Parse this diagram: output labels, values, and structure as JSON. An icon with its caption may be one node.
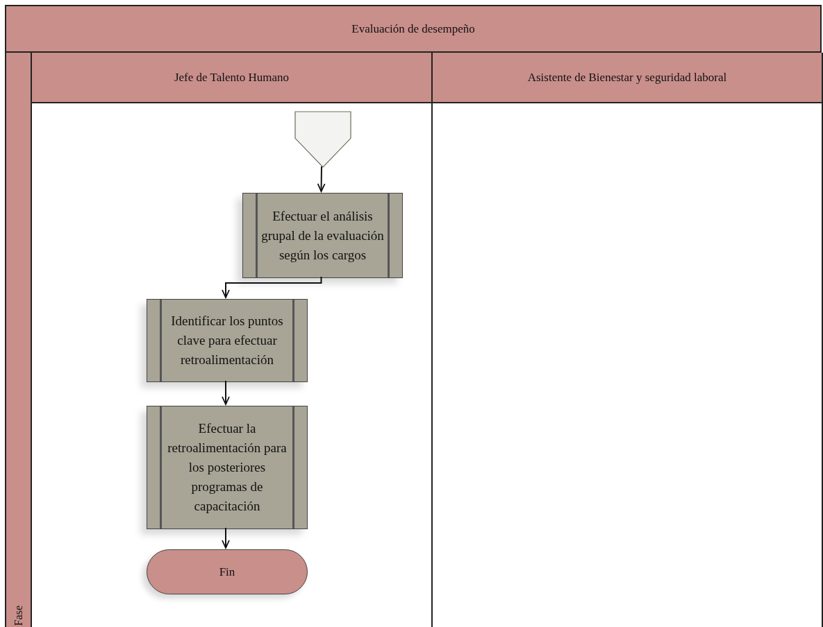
{
  "diagram": {
    "nodes": [
      {
        "text": [
          "Evaluación de desempeño"
        ]
      },
      {
        "text": [
          "Fase"
        ],
        "in": 0
      },
      {
        "text": [
          "Jefe de Talento Humano"
        ],
        "in": 0
      },
      {
        "text": [
          "Asistente de Bienestar y seguridad laboral"
        ],
        "in": 0
      },
      {
        "text": [],
        "shape": "pentagon",
        "in": 2
      },
      {
        "text": [
          "Efectuar el análisis grupal de la evaluación según los cargos"
        ],
        "in": 2
      },
      {
        "text": [
          "Identificar los puntos clave para efectuar retroalimentación"
        ],
        "in": 2
      },
      {
        "text": [
          "Efectuar la retroalimentación para los posteriores programas de capacitación"
        ],
        "in": 2
      },
      {
        "text": [
          "Fin"
        ],
        "in": 2
      }
    ],
    "edges": [
      {
        "from": 4,
        "to": 5,
        "arrow": "to"
      },
      {
        "from": 5,
        "to": 6,
        "arrow": "to"
      },
      {
        "from": 6,
        "to": 7,
        "arrow": "to"
      },
      {
        "from": 7,
        "to": 8,
        "arrow": "to"
      }
    ]
  }
}
